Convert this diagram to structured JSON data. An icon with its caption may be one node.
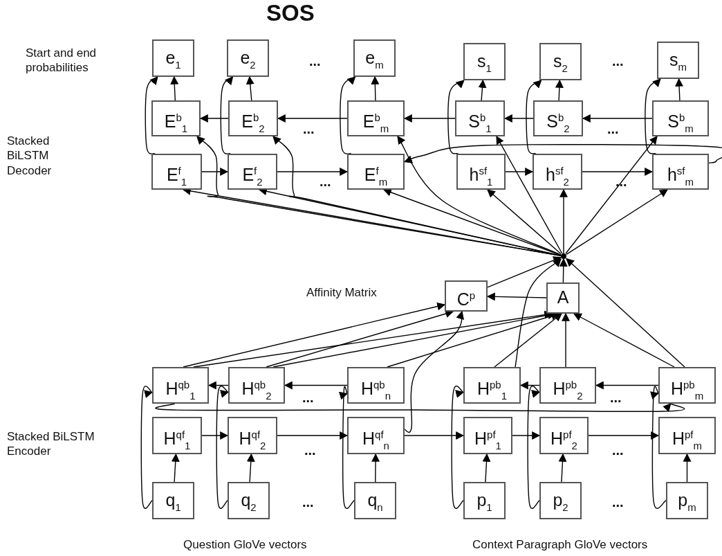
{
  "diagram": {
    "title": "SOS",
    "nodes": [
      {
        "text": [
          "e$_{1}$"
        ]
      },
      {
        "text": [
          "e$_{2}$"
        ]
      },
      {
        "text": [
          "e$_{m}$"
        ]
      },
      {
        "text": [
          "s$_{1}$"
        ]
      },
      {
        "text": [
          "s$_{2}$"
        ]
      },
      {
        "text": [
          "s$_{m}$"
        ]
      },
      {
        "text": [
          "E$^{b}$$_{1}$"
        ]
      },
      {
        "text": [
          "E$^{b}$$_{2}$"
        ]
      },
      {
        "text": [
          "E$^{b}$$_{m}$"
        ]
      },
      {
        "text": [
          "S$^{b}$$_{1}$"
        ]
      },
      {
        "text": [
          "S$^{b}$$_{2}$"
        ]
      },
      {
        "text": [
          "S$^{b}$$_{m}$"
        ]
      },
      {
        "text": [
          "E$^{f}$$_{1}$"
        ]
      },
      {
        "text": [
          "E$^{f}$$_{2}$"
        ]
      },
      {
        "text": [
          "E$^{f}$$_{m}$"
        ]
      },
      {
        "text": [
          "h$^{sf}$$_{1}$"
        ]
      },
      {
        "text": [
          "h$^{sf}$$_{2}$"
        ]
      },
      {
        "text": [
          "h$^{sf}$$_{m}$"
        ]
      },
      {
        "text": [],
        "shape": "point"
      },
      {
        "text": [
          "C$^{p}$"
        ]
      },
      {
        "text": [
          "A"
        ]
      },
      {
        "text": [
          "H$^{qb}$$_{1}$"
        ]
      },
      {
        "text": [
          "H$^{qb}$$_{2}$"
        ]
      },
      {
        "text": [
          "H$^{qb}$$_{n}$"
        ]
      },
      {
        "text": [
          "H$^{pb}$$_{1}$"
        ]
      },
      {
        "text": [
          "H$^{pb}$$_{2}$"
        ]
      },
      {
        "text": [
          "H$^{pb}$$_{m}$"
        ]
      },
      {
        "text": [
          "H$^{qf}$$_{1}$"
        ]
      },
      {
        "text": [
          "H$^{qf}$$_{2}$"
        ]
      },
      {
        "text": [
          "H$^{qf}$$_{n}$"
        ]
      },
      {
        "text": [
          "H$^{pf}$$_{1}$"
        ]
      },
      {
        "text": [
          "H$^{pf}$$_{2}$"
        ]
      },
      {
        "text": [
          "H$^{pf}$$_{m}$"
        ]
      },
      {
        "text": [
          "q$_{1}$"
        ]
      },
      {
        "text": [
          "q$_{2}$"
        ]
      },
      {
        "text": [
          "q$_{n}$"
        ]
      },
      {
        "text": [
          "p$_{1}$"
        ]
      },
      {
        "text": [
          "p$_{2}$"
        ]
      },
      {
        "text": [
          "p$_{m}$"
        ]
      }
    ],
    "edges": [
      {
        "from": 6,
        "to": 0,
        "arrow": "to"
      },
      {
        "from": 7,
        "to": 1,
        "arrow": "to"
      },
      {
        "from": 8,
        "to": 2,
        "arrow": "to"
      },
      {
        "from": 9,
        "to": 3,
        "arrow": "to"
      },
      {
        "from": 10,
        "to": 4,
        "arrow": "to"
      },
      {
        "from": 11,
        "to": 5,
        "arrow": "to"
      },
      {
        "from": 12,
        "to": 0,
        "arrow": "to"
      },
      {
        "from": 13,
        "to": 1,
        "arrow": "to"
      },
      {
        "from": 14,
        "to": 2,
        "arrow": "to"
      },
      {
        "from": 15,
        "to": 3,
        "arrow": "to"
      },
      {
        "from": 16,
        "to": 4,
        "arrow": "to"
      },
      {
        "from": 17,
        "to": 5,
        "arrow": "to"
      },
      {
        "from": 8,
        "to": 7,
        "arrow": "to"
      },
      {
        "from": 7,
        "to": 6,
        "arrow": "to"
      },
      {
        "from": 9,
        "to": 8,
        "arrow": "to"
      },
      {
        "from": 10,
        "to": 9,
        "arrow": "to"
      },
      {
        "from": 11,
        "to": 10,
        "arrow": "to"
      },
      {
        "from": 12,
        "to": 13,
        "arrow": "to"
      },
      {
        "from": 13,
        "to": 14,
        "arrow": "to"
      },
      {
        "from": 15,
        "to": 16,
        "arrow": "to"
      },
      {
        "from": 16,
        "to": 17,
        "arrow": "to"
      },
      {
        "from": 17,
        "to": 14,
        "arrow": "to"
      },
      {
        "from": 18,
        "to": 12,
        "arrow": "to"
      },
      {
        "from": 18,
        "to": 13,
        "arrow": "to"
      },
      {
        "from": 18,
        "to": 14,
        "arrow": "to"
      },
      {
        "from": 18,
        "to": 6,
        "arrow": "to"
      },
      {
        "from": 18,
        "to": 7,
        "arrow": "to"
      },
      {
        "from": 18,
        "to": 8,
        "arrow": "to"
      },
      {
        "from": 18,
        "to": 15,
        "arrow": "to"
      },
      {
        "from": 18,
        "to": 16,
        "arrow": "to"
      },
      {
        "from": 18,
        "to": 17,
        "arrow": "to"
      },
      {
        "from": 18,
        "to": 9,
        "arrow": "to"
      },
      {
        "from": 18,
        "to": 11,
        "arrow": "to"
      },
      {
        "from": 19,
        "to": 18,
        "arrow": "to"
      },
      {
        "from": 20,
        "to": 18,
        "arrow": "to"
      },
      {
        "from": 20,
        "to": 19,
        "arrow": "to"
      },
      {
        "from": 21,
        "to": 19,
        "arrow": "to"
      },
      {
        "from": 21,
        "to": 20,
        "arrow": "to"
      },
      {
        "from": 22,
        "to": 19,
        "arrow": "to"
      },
      {
        "from": 22,
        "to": 20,
        "arrow": "to"
      },
      {
        "from": 23,
        "to": 20,
        "arrow": "to"
      },
      {
        "from": 29,
        "to": 19,
        "arrow": "to"
      },
      {
        "from": 24,
        "to": 20,
        "arrow": "to"
      },
      {
        "from": 24,
        "to": 18,
        "arrow": "to"
      },
      {
        "from": 25,
        "to": 20,
        "arrow": "to"
      },
      {
        "from": 26,
        "to": 20,
        "arrow": "to"
      },
      {
        "from": 26,
        "to": 18,
        "arrow": "to"
      },
      {
        "from": 23,
        "to": 22,
        "arrow": "to"
      },
      {
        "from": 22,
        "to": 21,
        "arrow": "to"
      },
      {
        "from": 26,
        "to": 25,
        "arrow": "to"
      },
      {
        "from": 25,
        "to": 24,
        "arrow": "to"
      },
      {
        "from": 27,
        "to": 28,
        "arrow": "to"
      },
      {
        "from": 28,
        "to": 29,
        "arrow": "to"
      },
      {
        "from": 29,
        "to": 30,
        "arrow": "to"
      },
      {
        "from": 30,
        "to": 31,
        "arrow": "to"
      },
      {
        "from": 31,
        "to": 32,
        "arrow": "to"
      },
      {
        "from": 21,
        "to": 26,
        "arrow": "to"
      },
      {
        "from": 33,
        "to": 27,
        "arrow": "to"
      },
      {
        "from": 34,
        "to": 28,
        "arrow": "to"
      },
      {
        "from": 35,
        "to": 29,
        "arrow": "to"
      },
      {
        "from": 36,
        "to": 30,
        "arrow": "to"
      },
      {
        "from": 37,
        "to": 31,
        "arrow": "to"
      },
      {
        "from": 38,
        "to": 32,
        "arrow": "to"
      },
      {
        "from": 33,
        "to": 21,
        "arrow": "to"
      },
      {
        "from": 34,
        "to": 22,
        "arrow": "to"
      },
      {
        "from": 35,
        "to": 23,
        "arrow": "to"
      },
      {
        "from": 36,
        "to": 24,
        "arrow": "to"
      },
      {
        "from": 37,
        "to": 25,
        "arrow": "to"
      },
      {
        "from": 38,
        "to": 26,
        "arrow": "to"
      }
    ],
    "labels": [
      "Start and end probabilities",
      "...",
      "...",
      "Stacked BiLSTM Decoder",
      "...",
      "...",
      "...",
      "...",
      "Affinity Matrix",
      "...",
      "...",
      "Stacked BiLSTM Encoder",
      "...",
      "...",
      "...",
      "...",
      "Question GloVe vectors",
      "Context Paragraph GloVe vectors"
    ]
  }
}
